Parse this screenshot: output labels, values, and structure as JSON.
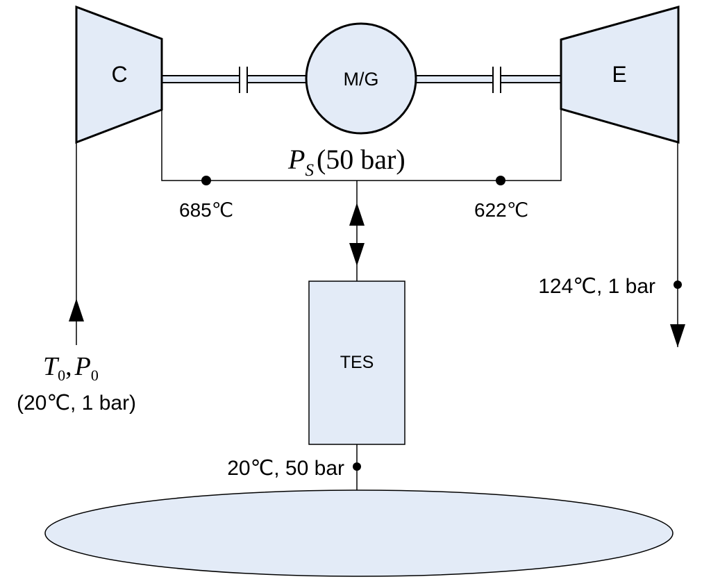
{
  "components": {
    "compressor": "C",
    "motor_generator": "M/G",
    "expander": "E",
    "tes": "TES"
  },
  "storage_pressure": {
    "symbol": "P",
    "subscript": "S",
    "value": "(50 bar)"
  },
  "state_labels": {
    "compressor_outlet": "685℃",
    "expander_inlet": "622℃",
    "expander_outlet": "124℃, 1 bar",
    "tes_outlet": "20℃, 50 bar"
  },
  "ambient": {
    "t_symbol": "T",
    "p_symbol": "P",
    "subscript": "0",
    "separator": ",",
    "conditions": "(20℃, 1 bar)"
  },
  "colors": {
    "fill": "#e3ebf7",
    "stroke": "#000000"
  }
}
